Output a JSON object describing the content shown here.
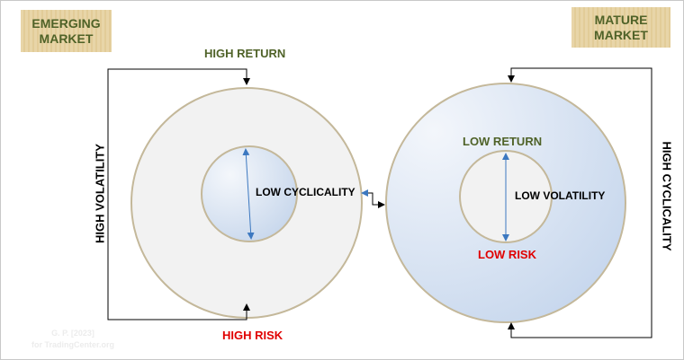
{
  "emerging": {
    "title_line1": "EMERGING",
    "title_line2": "MARKET",
    "top": "HIGH RETURN",
    "bottom": "HIGH RISK",
    "side": "HIGH VOLATILITY",
    "center": "LOW CYCLICALITY"
  },
  "mature": {
    "title_line1": "MATURE",
    "title_line2": "MARKET",
    "top": "LOW RETURN",
    "bottom": "LOW RISK",
    "side": "HIGH CYCLICALITY",
    "center": "LOW VOLATILITY"
  },
  "watermark": {
    "line1": "G. P. [2023]",
    "line2": "for TradingCenter.org"
  },
  "colors": {
    "green": "#4f6228",
    "red": "#e00000",
    "ring": "#c4b89a"
  }
}
